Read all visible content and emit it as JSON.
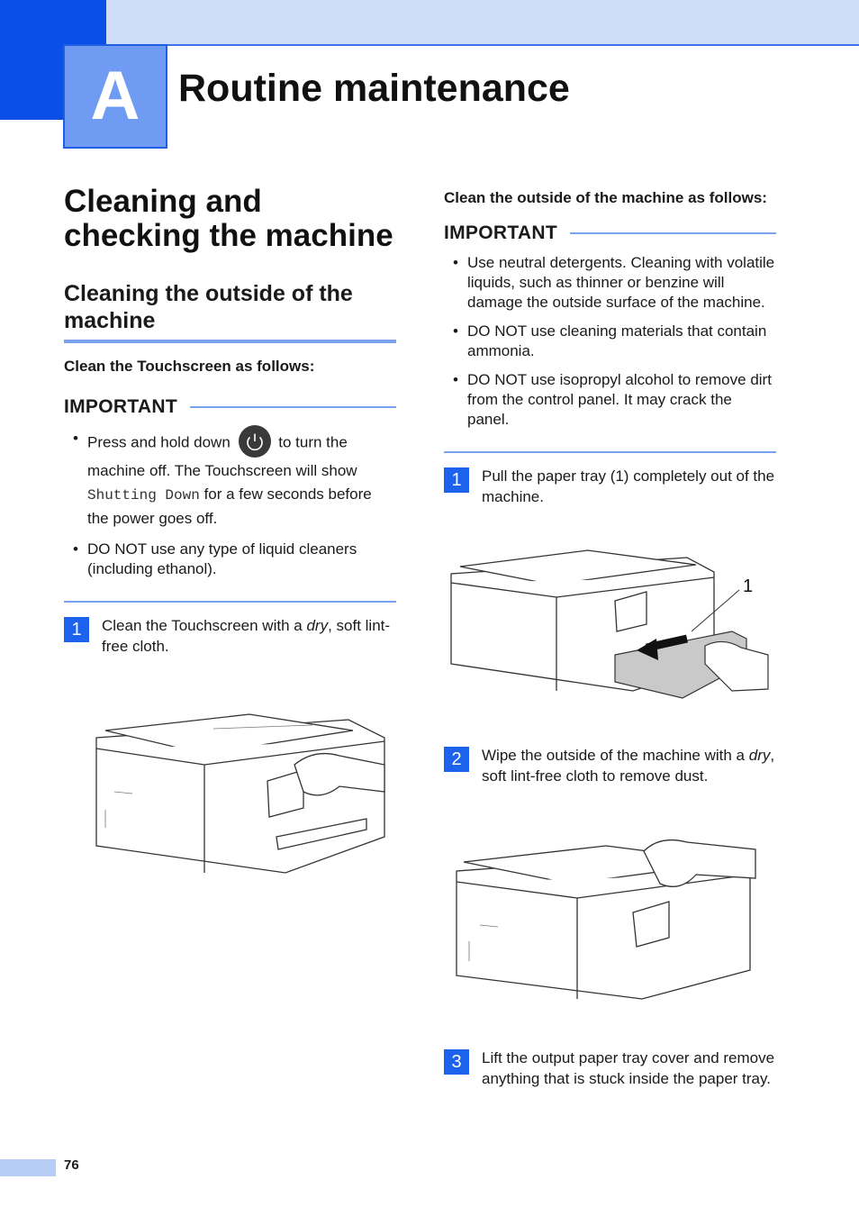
{
  "header": {
    "chapter_letter": "A",
    "chapter_title": "Routine maintenance"
  },
  "left": {
    "section_title": "Cleaning and checking the machine",
    "subsection_title": "Cleaning the outside of the machine",
    "touchscreen_heading": "Clean the Touchscreen as follows:",
    "important_label": "IMPORTANT",
    "bullets": {
      "b1_before": "Press and hold down",
      "b1_after": "to turn the machine off. The Touchscreen will show",
      "b1_mono": "Shutting Down",
      "b1_end": "for a few seconds before the power goes off.",
      "b2": "DO NOT use any type of liquid cleaners (including ethanol)."
    },
    "step1": {
      "number": "1",
      "text_before": "Clean the Touchscreen with a",
      "text_italic": "dry",
      "text_after": ", soft lint-free cloth."
    }
  },
  "right": {
    "outside_heading": "Clean the outside of the machine as follows:",
    "important_label": "IMPORTANT",
    "bullets": [
      "Use neutral detergents. Cleaning with volatile liquids, such as thinner or benzine will damage the outside surface of the machine.",
      "DO NOT use cleaning materials that contain ammonia.",
      "DO NOT use isopropyl alcohol to remove dirt from the control panel. It may crack the panel."
    ],
    "step1": {
      "number": "1",
      "text": "Pull the paper tray (1) completely out of the machine.",
      "callout": "1"
    },
    "step2": {
      "number": "2",
      "text_before": "Wipe the outside of the machine with a",
      "text_italic": "dry",
      "text_after": ", soft lint-free cloth to remove dust."
    },
    "step3": {
      "number": "3",
      "text": "Lift the output paper tray cover and remove anything that is stuck inside the paper tray."
    }
  },
  "footer": {
    "page_number": "76"
  },
  "colors": {
    "accent": "#1d62ec",
    "rule": "#7aa2ef",
    "corner": "#0a4fe8"
  },
  "icons": {
    "power_button": "power-icon"
  }
}
